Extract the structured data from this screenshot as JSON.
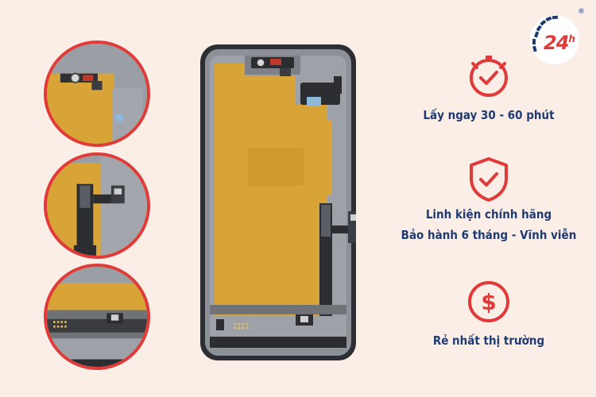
{
  "brand": {
    "logo_text": "24",
    "logo_sup": "h",
    "registered": "®",
    "logo_icon": "speedometer-24h-logo"
  },
  "colors": {
    "background": "#fbeee6",
    "accent_red": "#e03a3a",
    "navy": "#1f3b73",
    "gold": "#d9a437"
  },
  "features": [
    {
      "icon": "stopwatch-check-icon",
      "lines": [
        "Lấy ngay 30 - 60 phút"
      ]
    },
    {
      "icon": "shield-check-icon",
      "lines": [
        "Linh kiện chính hãng",
        "Bảo hành 6 tháng - Vĩnh viễn"
      ]
    },
    {
      "icon": "dollar-coin-icon",
      "lines": [
        "Rẻ nhất thị trường"
      ]
    }
  ]
}
